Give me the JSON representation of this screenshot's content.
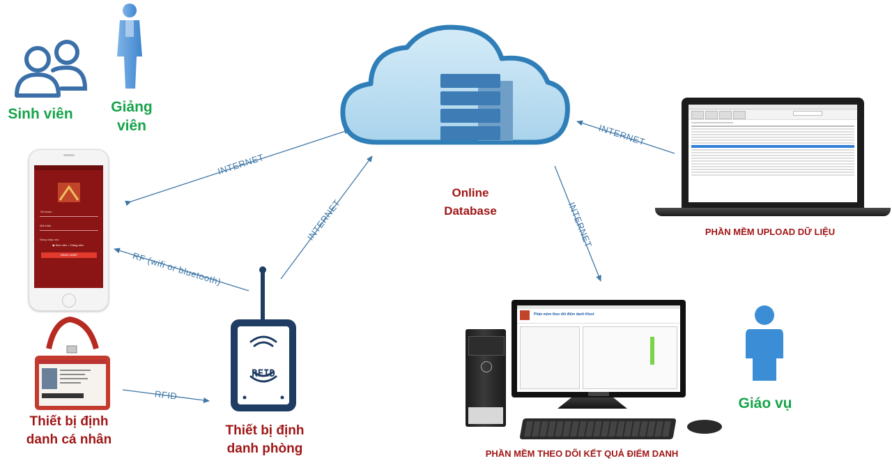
{
  "actors": {
    "students": "Sinh viên",
    "lecturers_line1": "Giảng",
    "lecturers_line2": "viên",
    "staff": "Giáo vụ"
  },
  "nodes": {
    "db_line1": "Online",
    "db_line2": "Database",
    "personal_device_line1": "Thiết bị định",
    "personal_device_line2": "danh cá nhân",
    "room_device_line1": "Thiết bị định",
    "room_device_line2": "danh phòng",
    "rfid_badge": "RFID",
    "upload_software": "PHẦN MỀM UPLOAD DỮ LIỆU",
    "monitor_software": "PHẦN MỀM THEO DÕI KẾT QUẢ ĐIỂM DANH"
  },
  "edges": {
    "phone_db": "INTERNET",
    "room_db": "INTERNET",
    "laptop_db": "INTERNET",
    "db_pc": "INTERNET",
    "room_phone": "RF (wifi or bluetooth)",
    "card_room": "RFID"
  },
  "phone_app": {
    "username_label": "Tài khoản",
    "password_label": "Mật khẩu",
    "role_label": "Đăng nhập như",
    "role_student": "Sinh viên",
    "role_lecturer": "Giảng viên",
    "login_button": "ĐĂNG NHẬP"
  },
  "desktop_app": {
    "title": "Phần mềm theo dõi điểm danh iHust"
  },
  "colors": {
    "green": "#17a34a",
    "dark_red": "#a01616",
    "arrow_blue": "#3f77a6",
    "phone_red": "#8b1414"
  }
}
